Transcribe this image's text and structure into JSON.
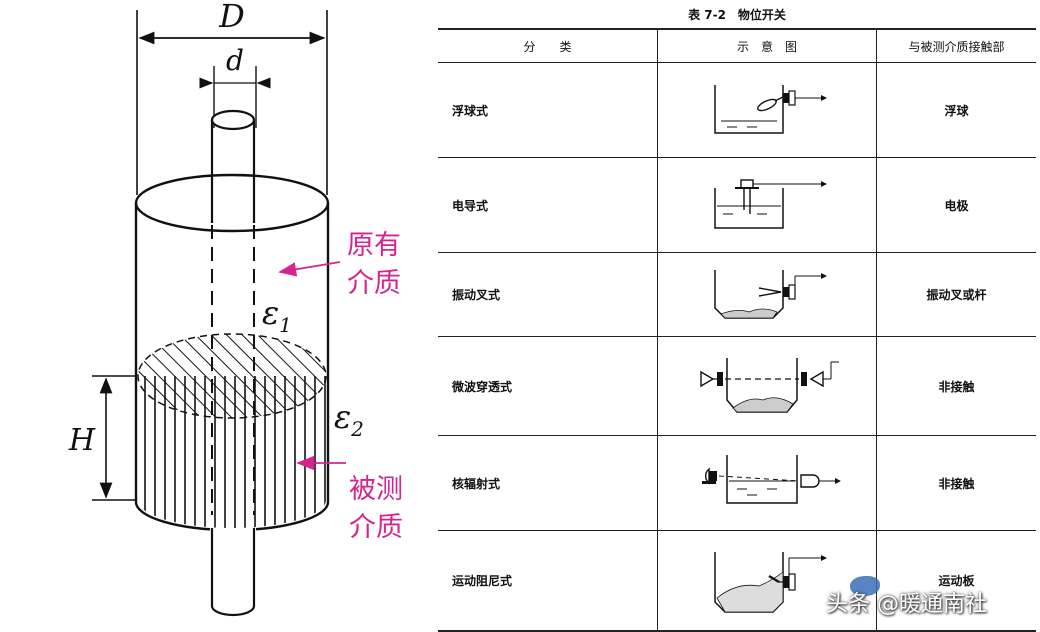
{
  "diagram": {
    "label_D": "D",
    "label_d": "d",
    "label_H": "H",
    "label_eps1": "ε",
    "label_eps1_sub": "1",
    "label_eps2": "ε",
    "label_eps2_sub": "2",
    "label_original_line1": "原有",
    "label_original_line2": "介质",
    "label_measured_line1": "被测",
    "label_measured_line2": "介质",
    "accent_color": "#d6248f"
  },
  "table": {
    "title": "表 7-2　物位开关",
    "headers": [
      "分　　类",
      "示　意　图",
      "与被测介质接触部"
    ],
    "rows": [
      {
        "type": "浮球式",
        "contact": "浮球",
        "icon": "float-switch-schematic-icon"
      },
      {
        "type": "电导式",
        "contact": "电极",
        "icon": "conductive-switch-schematic-icon"
      },
      {
        "type": "振动叉式",
        "contact": "振动叉或杆",
        "icon": "vibrating-fork-schematic-icon"
      },
      {
        "type": "微波穿透式",
        "contact": "非接触",
        "icon": "microwave-schematic-icon"
      },
      {
        "type": "核辐射式",
        "contact": "非接触",
        "icon": "nuclear-radiation-schematic-icon"
      },
      {
        "type": "运动阻尼式",
        "contact": "运动板",
        "icon": "rotary-paddle-schematic-icon"
      }
    ]
  },
  "watermark": {
    "text": "头条 @暖通南社"
  }
}
